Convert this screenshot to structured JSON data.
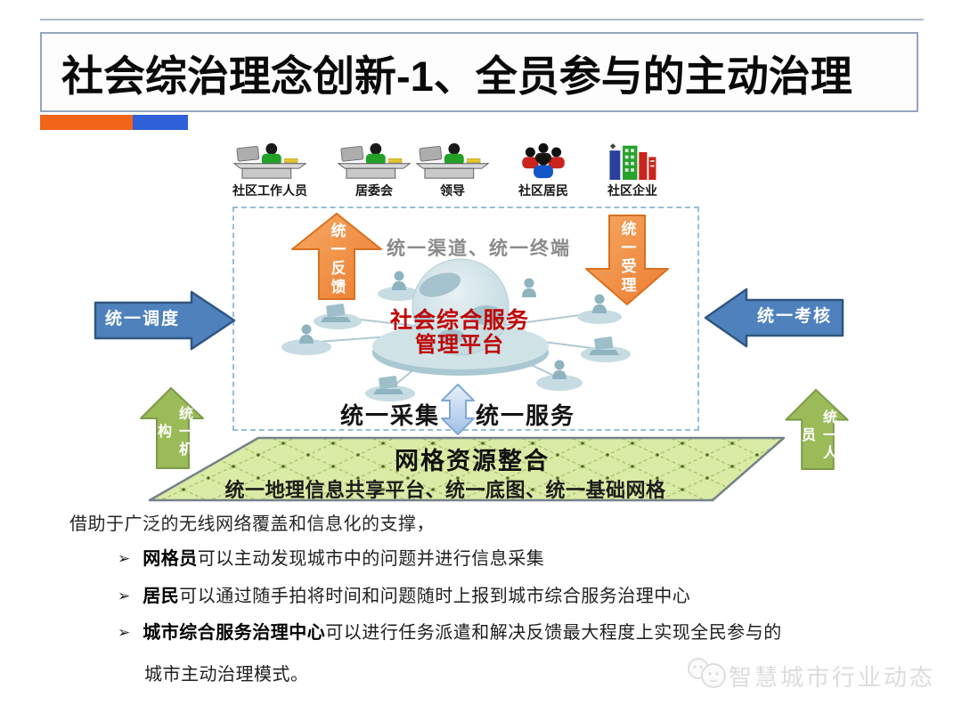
{
  "slide": {
    "title": "社会综治理念创新-1、全员参与的主动治理",
    "watermark": "智慧城市行业动态"
  },
  "actors": [
    {
      "label": "社区工作人员",
      "icon": "desk-worker-icon"
    },
    {
      "label": "居委会",
      "icon": "desk-worker-icon"
    },
    {
      "label": "领导",
      "icon": "desk-worker-icon"
    },
    {
      "label": "社区居民",
      "icon": "people-group-icon"
    },
    {
      "label": "社区企业",
      "icon": "buildings-icon"
    }
  ],
  "diagram": {
    "top_caption": "统一渠道、统一终端",
    "hub_line1": "社会综合服务",
    "hub_line2": "管理平台",
    "arrow_feedback": "统一反馈",
    "arrow_accept": "统一受理",
    "arrow_dispatch": "统一调度",
    "arrow_assess": "统一考核",
    "arrow_org": "统一机构",
    "arrow_personnel": "统一人员",
    "collect_label": "统一采集",
    "service_label": "统一服务",
    "grid_title": "网格资源整合",
    "grid_subtitle": "统一地理信息共享平台、统一底图、统一基础网格"
  },
  "body": {
    "intro": "借助于广泛的无线网络覆盖和信息化的支撑，",
    "bullet_marker": "➢",
    "bullets": [
      {
        "bold": "网格员",
        "text": "可以主动发现城市中的问题并进行信息采集"
      },
      {
        "bold": "居民",
        "text": "可以通过随手拍将时间和问题随时上报到城市综合服务治理中心"
      },
      {
        "bold": "城市综合服务治理中心",
        "text": "可以进行任务派遣和解决反馈最大程度上实现全民参与的",
        "text2": "城市主动治理模式。"
      }
    ]
  },
  "colors": {
    "title_border": "#93a5be",
    "accent_orange_bar": "#f26418",
    "accent_blue_bar": "#2e61d9",
    "arrow_orange": "#ed7d31",
    "arrow_blue": "#4f81bd",
    "arrow_green": "#9bbb59",
    "hub_text_red": "#c00504",
    "caption_gray": "#8a8a8a",
    "network_teal": "#9dbfca",
    "grid_fill": "#d9eba4",
    "dashed_border": "#93c0dc"
  }
}
